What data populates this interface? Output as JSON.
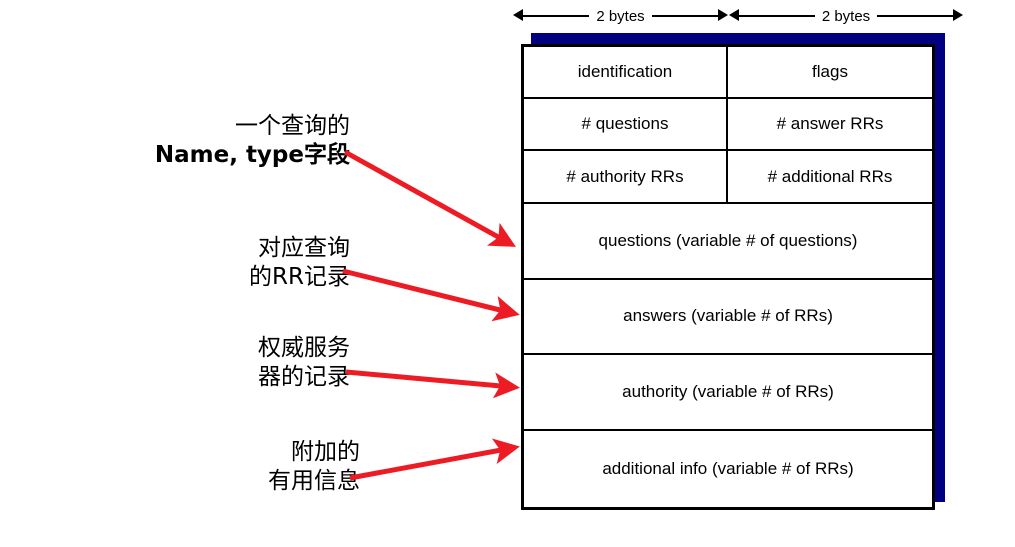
{
  "diagram": {
    "title": "DNS protocol message format",
    "accent_color": "#000080",
    "arrow_color": "#ED1C24",
    "header_measure": {
      "left_label": "2 bytes",
      "right_label": "2 bytes"
    },
    "table": {
      "rows": [
        {
          "type": "split",
          "height": "short",
          "left": "identification",
          "right": "flags"
        },
        {
          "type": "split",
          "height": "short",
          "left": "# questions",
          "right": "# answer RRs"
        },
        {
          "type": "split",
          "height": "short",
          "left": "# authority RRs",
          "right": "# additional RRs"
        },
        {
          "type": "full",
          "height": "tall",
          "label": "questions (variable # of questions)"
        },
        {
          "type": "full",
          "height": "tall",
          "label": "answers (variable # of RRs)"
        },
        {
          "type": "full",
          "height": "tall",
          "label": "authority (variable # of RRs)"
        },
        {
          "type": "full",
          "height": "tall",
          "label": "additional info (variable # of RRs)"
        }
      ]
    },
    "annotations": [
      {
        "id": "questions-note",
        "line1": "一个查询的",
        "line2_plain": "Name, type",
        "line2_emph": "字段",
        "line2": "Name, type字段"
      },
      {
        "id": "answers-note",
        "line1": "对应查询",
        "line2_plain": "的",
        "line2_emph": "RR",
        "line2_tail": "记录",
        "line2": "的RR记录"
      },
      {
        "id": "authority-note",
        "line1": "权威服务",
        "line2": "器的记录"
      },
      {
        "id": "additional-note",
        "line1": "附加的",
        "line2": "有用信息"
      }
    ]
  }
}
